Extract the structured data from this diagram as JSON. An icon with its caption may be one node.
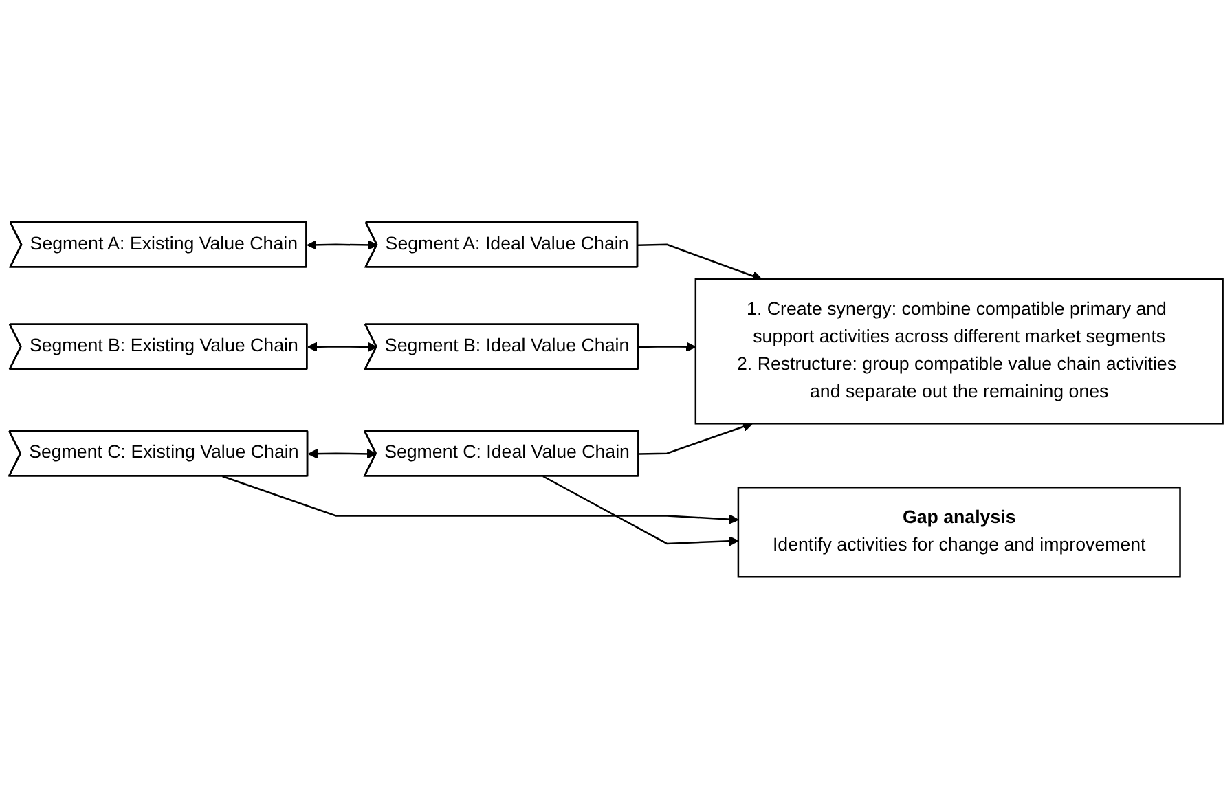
{
  "diagram": {
    "nodes": [
      {
        "text": [
          "Segment A: Existing Value Chain"
        ]
      },
      {
        "text": [
          "Segment B: Existing Value Chain"
        ]
      },
      {
        "text": [
          "Segment C: Existing Value Chain"
        ]
      },
      {
        "text": [
          "Gap analysis",
          "Identify activities for change and improvement"
        ]
      },
      {
        "text": [
          "Segment A: Ideal Value Chain"
        ]
      },
      {
        "text": [
          "Segment B: Ideal Value Chain"
        ]
      },
      {
        "text": [
          "Segment C: Ideal Value Chain"
        ]
      },
      {
        "text": [
          "1. Create synergy: combine compatible primary and support activities across different market segments",
          "2. Restructure: group compatible value chain activities and separate out the remaining ones"
        ]
      }
    ],
    "edges": [
      {
        "from": 0,
        "to": 4,
        "arrow": "both"
      },
      {
        "from": 1,
        "to": 5,
        "arrow": "both"
      },
      {
        "from": 2,
        "to": 6,
        "arrow": "both"
      },
      {
        "from": 2,
        "to": 3,
        "arrow": "to"
      },
      {
        "from": 6,
        "to": 3,
        "arrow": "to"
      },
      {
        "from": 4,
        "to": 7,
        "arrow": "to"
      },
      {
        "from": 5,
        "to": 7,
        "arrow": "to"
      },
      {
        "from": 6,
        "to": 7,
        "arrow": "to"
      }
    ]
  }
}
